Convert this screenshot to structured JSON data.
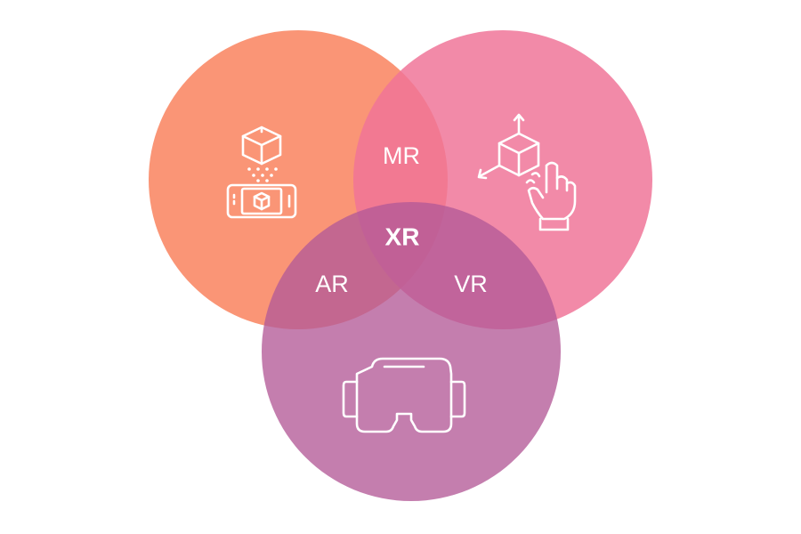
{
  "diagram": {
    "circles": [
      {
        "id": "left",
        "color": "#F9845F",
        "opacity": 0.86
      },
      {
        "id": "right",
        "color": "#EF7497",
        "opacity": 0.84
      },
      {
        "id": "bottom",
        "color": "#B35A97",
        "opacity": 0.78
      }
    ],
    "labels": {
      "mr": "MR",
      "ar": "AR",
      "vr": "VR",
      "center": "XR"
    },
    "icons": {
      "left": "phone-ar-cube-icon",
      "right": "hand-3d-cube-icon",
      "bottom": "vr-headset-icon"
    }
  }
}
